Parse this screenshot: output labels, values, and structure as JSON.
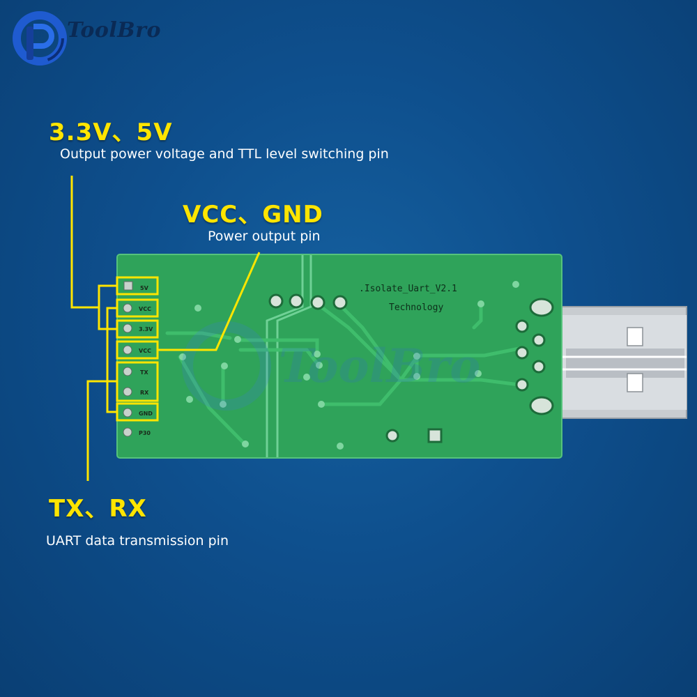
{
  "brand": {
    "name": "ToolBro"
  },
  "watermark": {
    "text": "ToolBro"
  },
  "callouts": [
    {
      "heading": "3.3V、5V",
      "description": "Output power voltage and TTL level switching pin"
    },
    {
      "heading": "VCC、GND",
      "description": "Power output pin"
    },
    {
      "heading": "TX、RX",
      "description": "UART data transmission pin"
    }
  ],
  "board": {
    "silkscreen_title": ".Isolate_Uart_V2.1",
    "silkscreen_subtitle": "Technology",
    "pins": [
      "5V",
      "VCC",
      "3.3V",
      "VCC",
      "TX",
      "RX",
      "GND",
      "P30"
    ]
  },
  "colors": {
    "background": "#0e4f8d",
    "highlight": "#ffe500",
    "pcb": "#2fa35a",
    "connector": "#c8ccd0"
  }
}
